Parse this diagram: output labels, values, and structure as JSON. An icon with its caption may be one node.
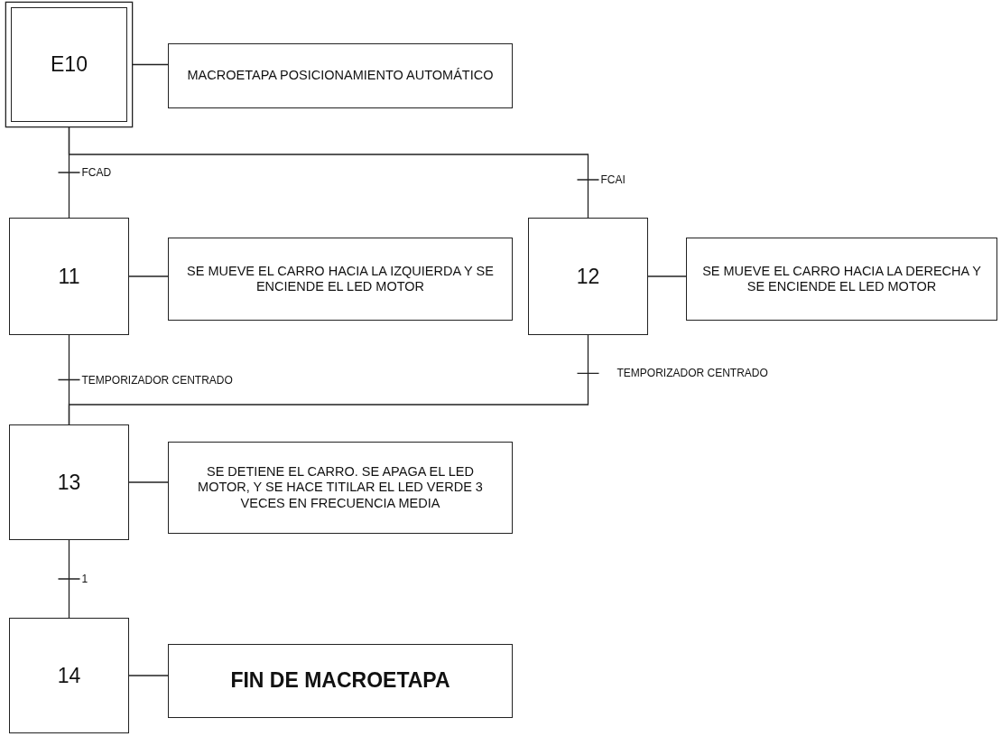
{
  "diagram": {
    "nodes": [
      {
        "text": [
          "E10"
        ]
      },
      {
        "text": [
          "MACROETAPA POSICIONAMIENTO AUTOMÁTICO"
        ]
      },
      {
        "text": [
          "11"
        ]
      },
      {
        "text": [
          "SE MUEVE EL CARRO HACIA LA IZQUIERDA Y SE ENCIENDE EL LED MOTOR"
        ]
      },
      {
        "text": [
          "12"
        ]
      },
      {
        "text": [
          "SE MUEVE EL CARRO HACIA LA DERECHA Y SE ENCIENDE EL LED MOTOR"
        ]
      },
      {
        "text": [
          "13"
        ]
      },
      {
        "text": [
          "SE DETIENE EL CARRO.  SE APAGA EL LED MOTOR, Y SE HACE TITILAR EL LED VERDE 3 VECES EN FRECUENCIA MEDIA"
        ]
      },
      {
        "text": [
          "14"
        ]
      },
      {
        "text": [
          "FIN DE MACROETAPA"
        ]
      }
    ],
    "edges": [
      {
        "from": 0,
        "to": 1,
        "arrow": "none"
      },
      {
        "from": 0,
        "to": 2,
        "arrow": "none",
        "label": "FCAD"
      },
      {
        "from": 0,
        "to": 4,
        "arrow": "none",
        "label": "FCAI"
      },
      {
        "from": 2,
        "to": 3,
        "arrow": "none"
      },
      {
        "from": 4,
        "to": 5,
        "arrow": "none"
      },
      {
        "from": 2,
        "to": 6,
        "arrow": "none",
        "label": "TEMPORIZADOR CENTRADO"
      },
      {
        "from": 4,
        "to": 6,
        "arrow": "none",
        "label": "TEMPORIZADOR CENTRADO"
      },
      {
        "from": 6,
        "to": 7,
        "arrow": "none"
      },
      {
        "from": 6,
        "to": 8,
        "arrow": "none",
        "label": "1"
      },
      {
        "from": 8,
        "to": 9,
        "arrow": "none"
      }
    ]
  }
}
